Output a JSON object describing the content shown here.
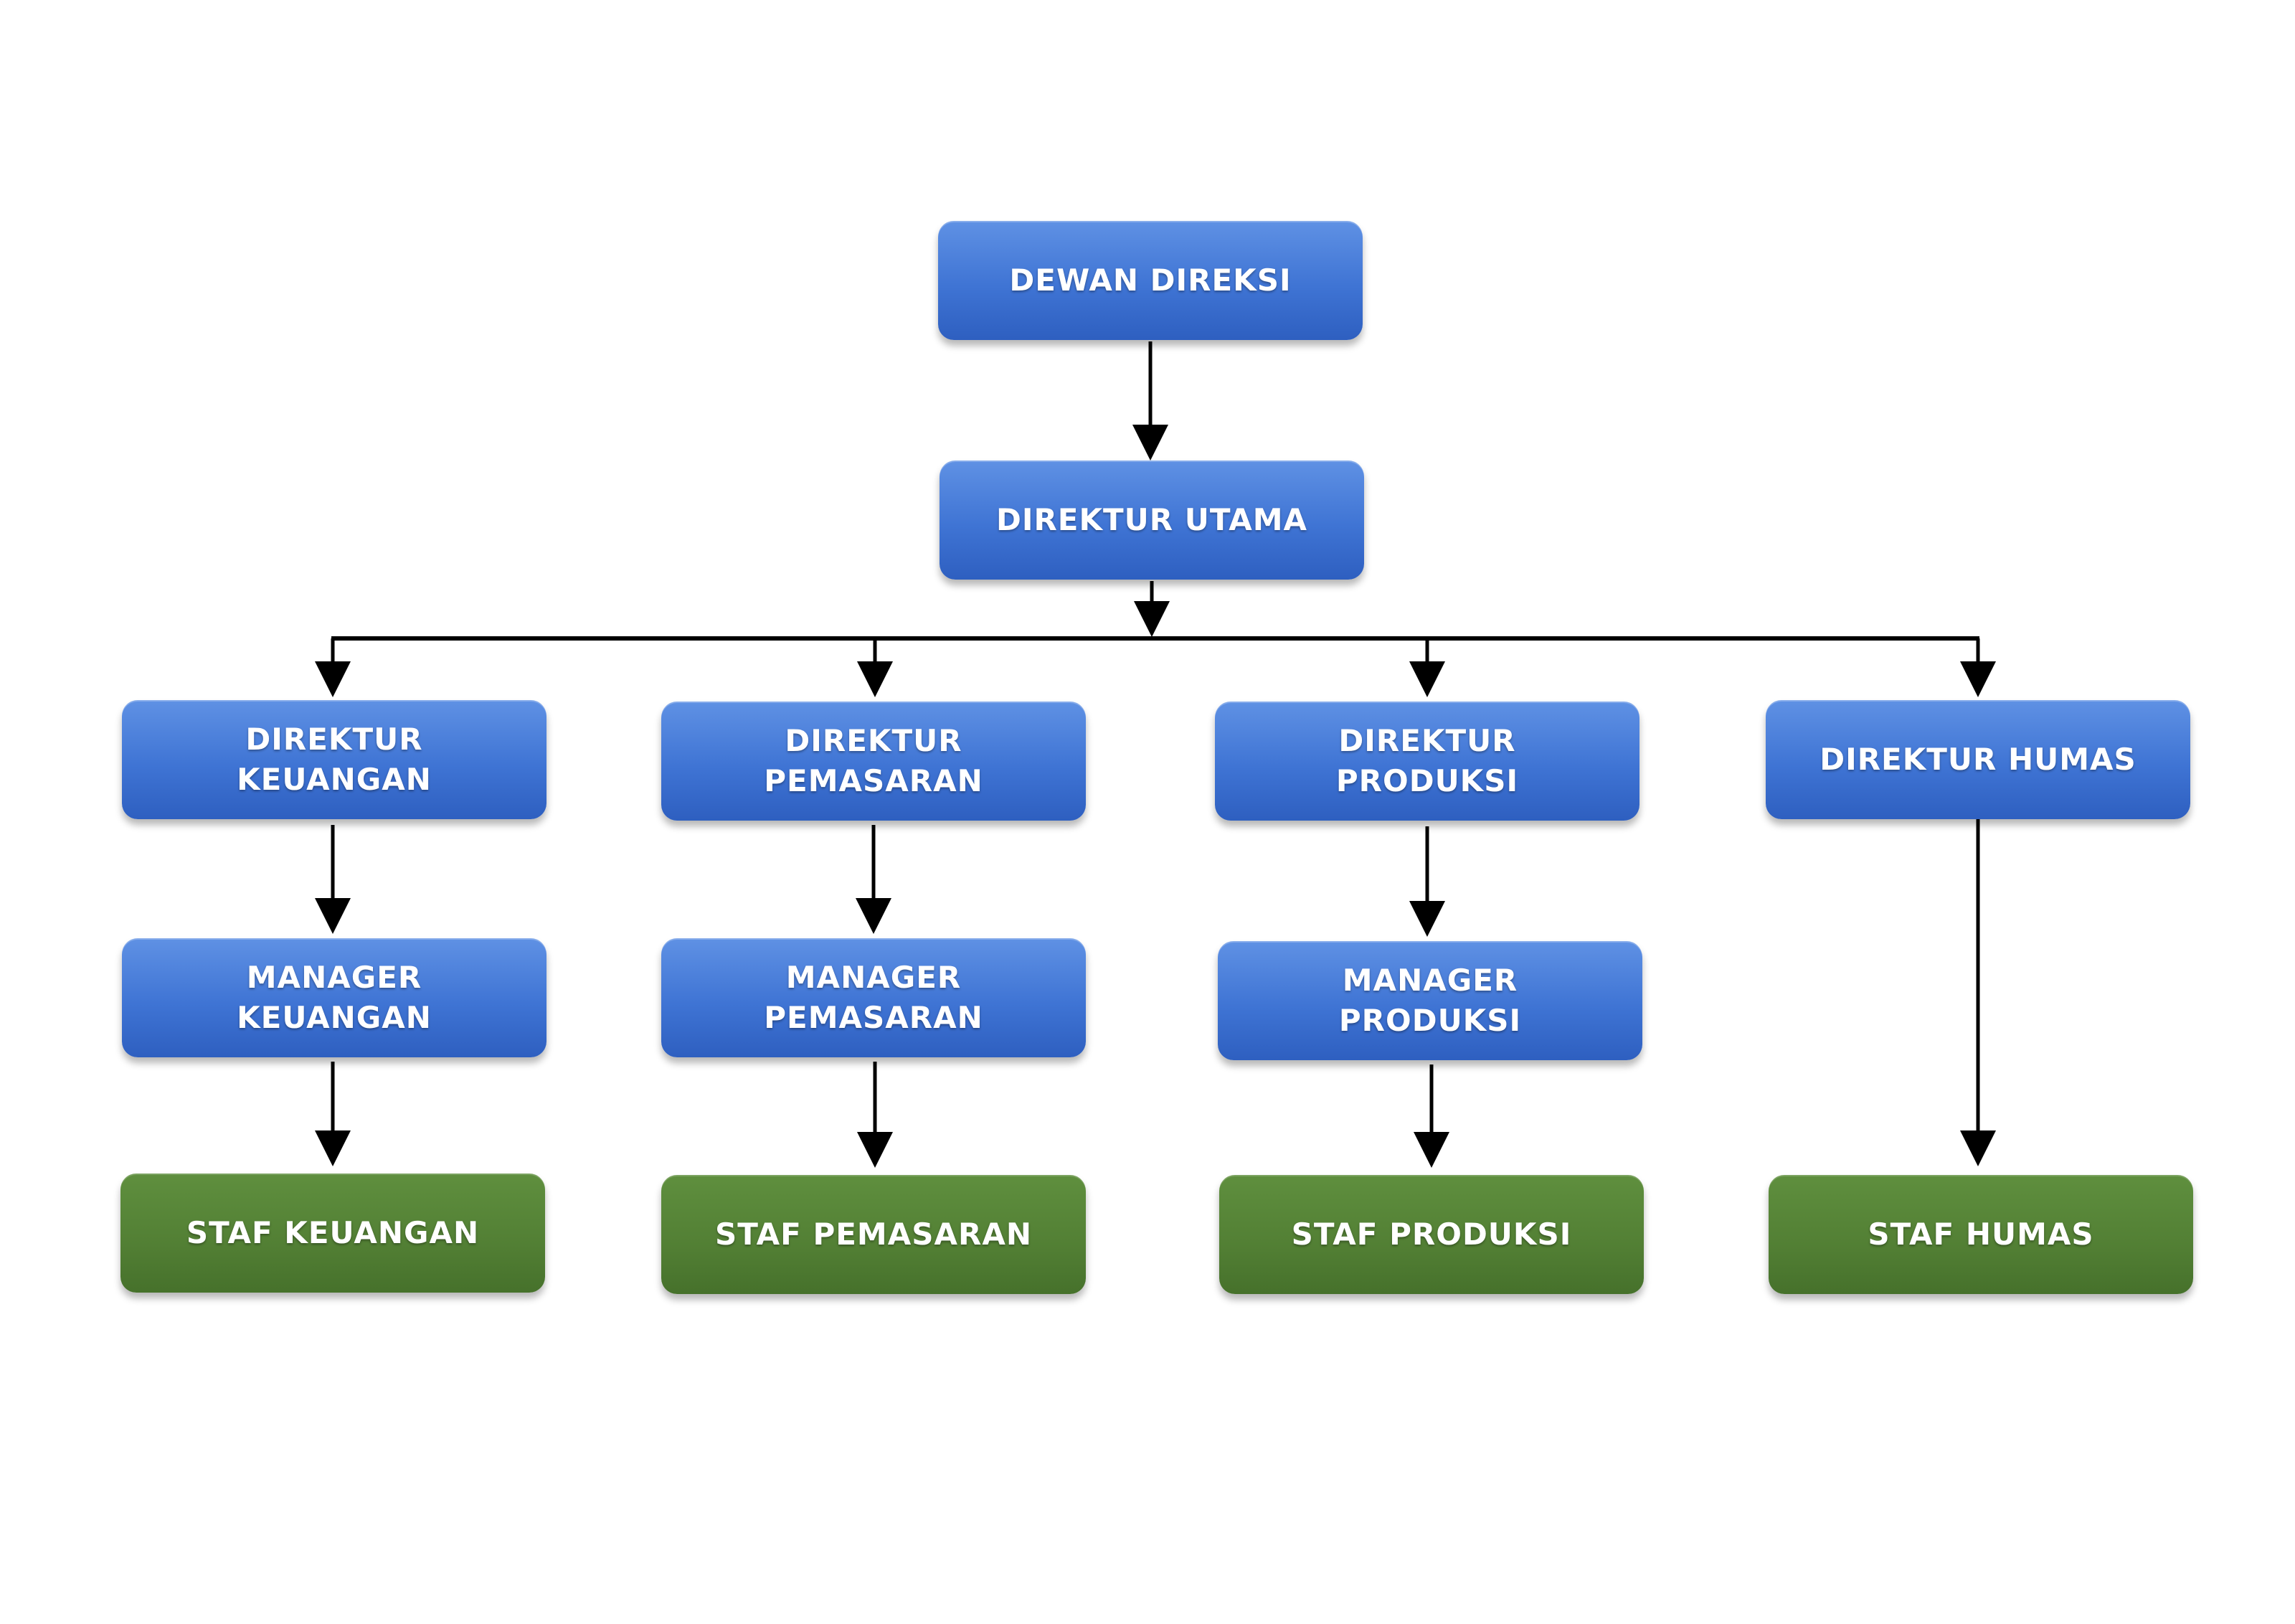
{
  "diagram": {
    "nodes": {
      "dewan_direksi": "DEWAN DIREKSI",
      "direktur_utama": "DIREKTUR UTAMA",
      "direktur_keuangan": "DIREKTUR\nKEUANGAN",
      "direktur_pemasaran": "DIREKTUR\nPEMASARAN",
      "direktur_produksi": "DIREKTUR\nPRODUKSI",
      "direktur_humas": "DIREKTUR HUMAS",
      "manager_keuangan": "MANAGER\nKEUANGAN",
      "manager_pemasaran": "MANAGER\nPEMASARAN",
      "manager_produksi": "MANAGER\nPRODUKSI",
      "staf_keuangan": "STAF KEUANGAN",
      "staf_pemasaran": "STAF PEMASARAN",
      "staf_produksi": "STAF PRODUKSI",
      "staf_humas": "STAF HUMAS"
    },
    "edges": [
      [
        "dewan_direksi",
        "direktur_utama"
      ],
      [
        "direktur_utama",
        "direktur_keuangan"
      ],
      [
        "direktur_utama",
        "direktur_pemasaran"
      ],
      [
        "direktur_utama",
        "direktur_produksi"
      ],
      [
        "direktur_utama",
        "direktur_humas"
      ],
      [
        "direktur_keuangan",
        "manager_keuangan"
      ],
      [
        "direktur_pemasaran",
        "manager_pemasaran"
      ],
      [
        "direktur_produksi",
        "manager_produksi"
      ],
      [
        "direktur_humas",
        "staf_humas"
      ],
      [
        "manager_keuangan",
        "staf_keuangan"
      ],
      [
        "manager_pemasaran",
        "staf_pemasaran"
      ],
      [
        "manager_produksi",
        "staf_produksi"
      ]
    ],
    "colors": {
      "director_box": "#3f74d4",
      "staff_box": "#527f34",
      "connector": "#000000"
    }
  }
}
